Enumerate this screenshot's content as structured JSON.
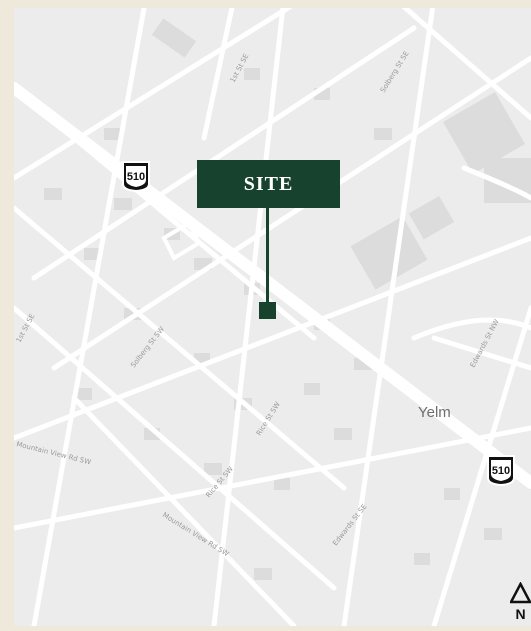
{
  "marker": {
    "label": "SITE"
  },
  "places": {
    "town": "Yelm"
  },
  "highway": {
    "route_number": "510"
  },
  "streets": {
    "s1": "1st St SE",
    "s2": "Solberg St SE",
    "s3": "1st St SE",
    "s4": "Solberg St SW",
    "s5": "Rice St SW",
    "s6": "Mountain View Rd SW",
    "s7": "Edwards St SE",
    "s8": "Edwards St NW",
    "s9": "Rice St SW",
    "s10": "Mountain View Rd SW"
  },
  "compass": {
    "letter": "N"
  },
  "colors": {
    "frame": "#efe9dc",
    "land": "#ececec",
    "road": "#ffffff",
    "building": "#dcdcdc",
    "marker": "#17432e"
  }
}
